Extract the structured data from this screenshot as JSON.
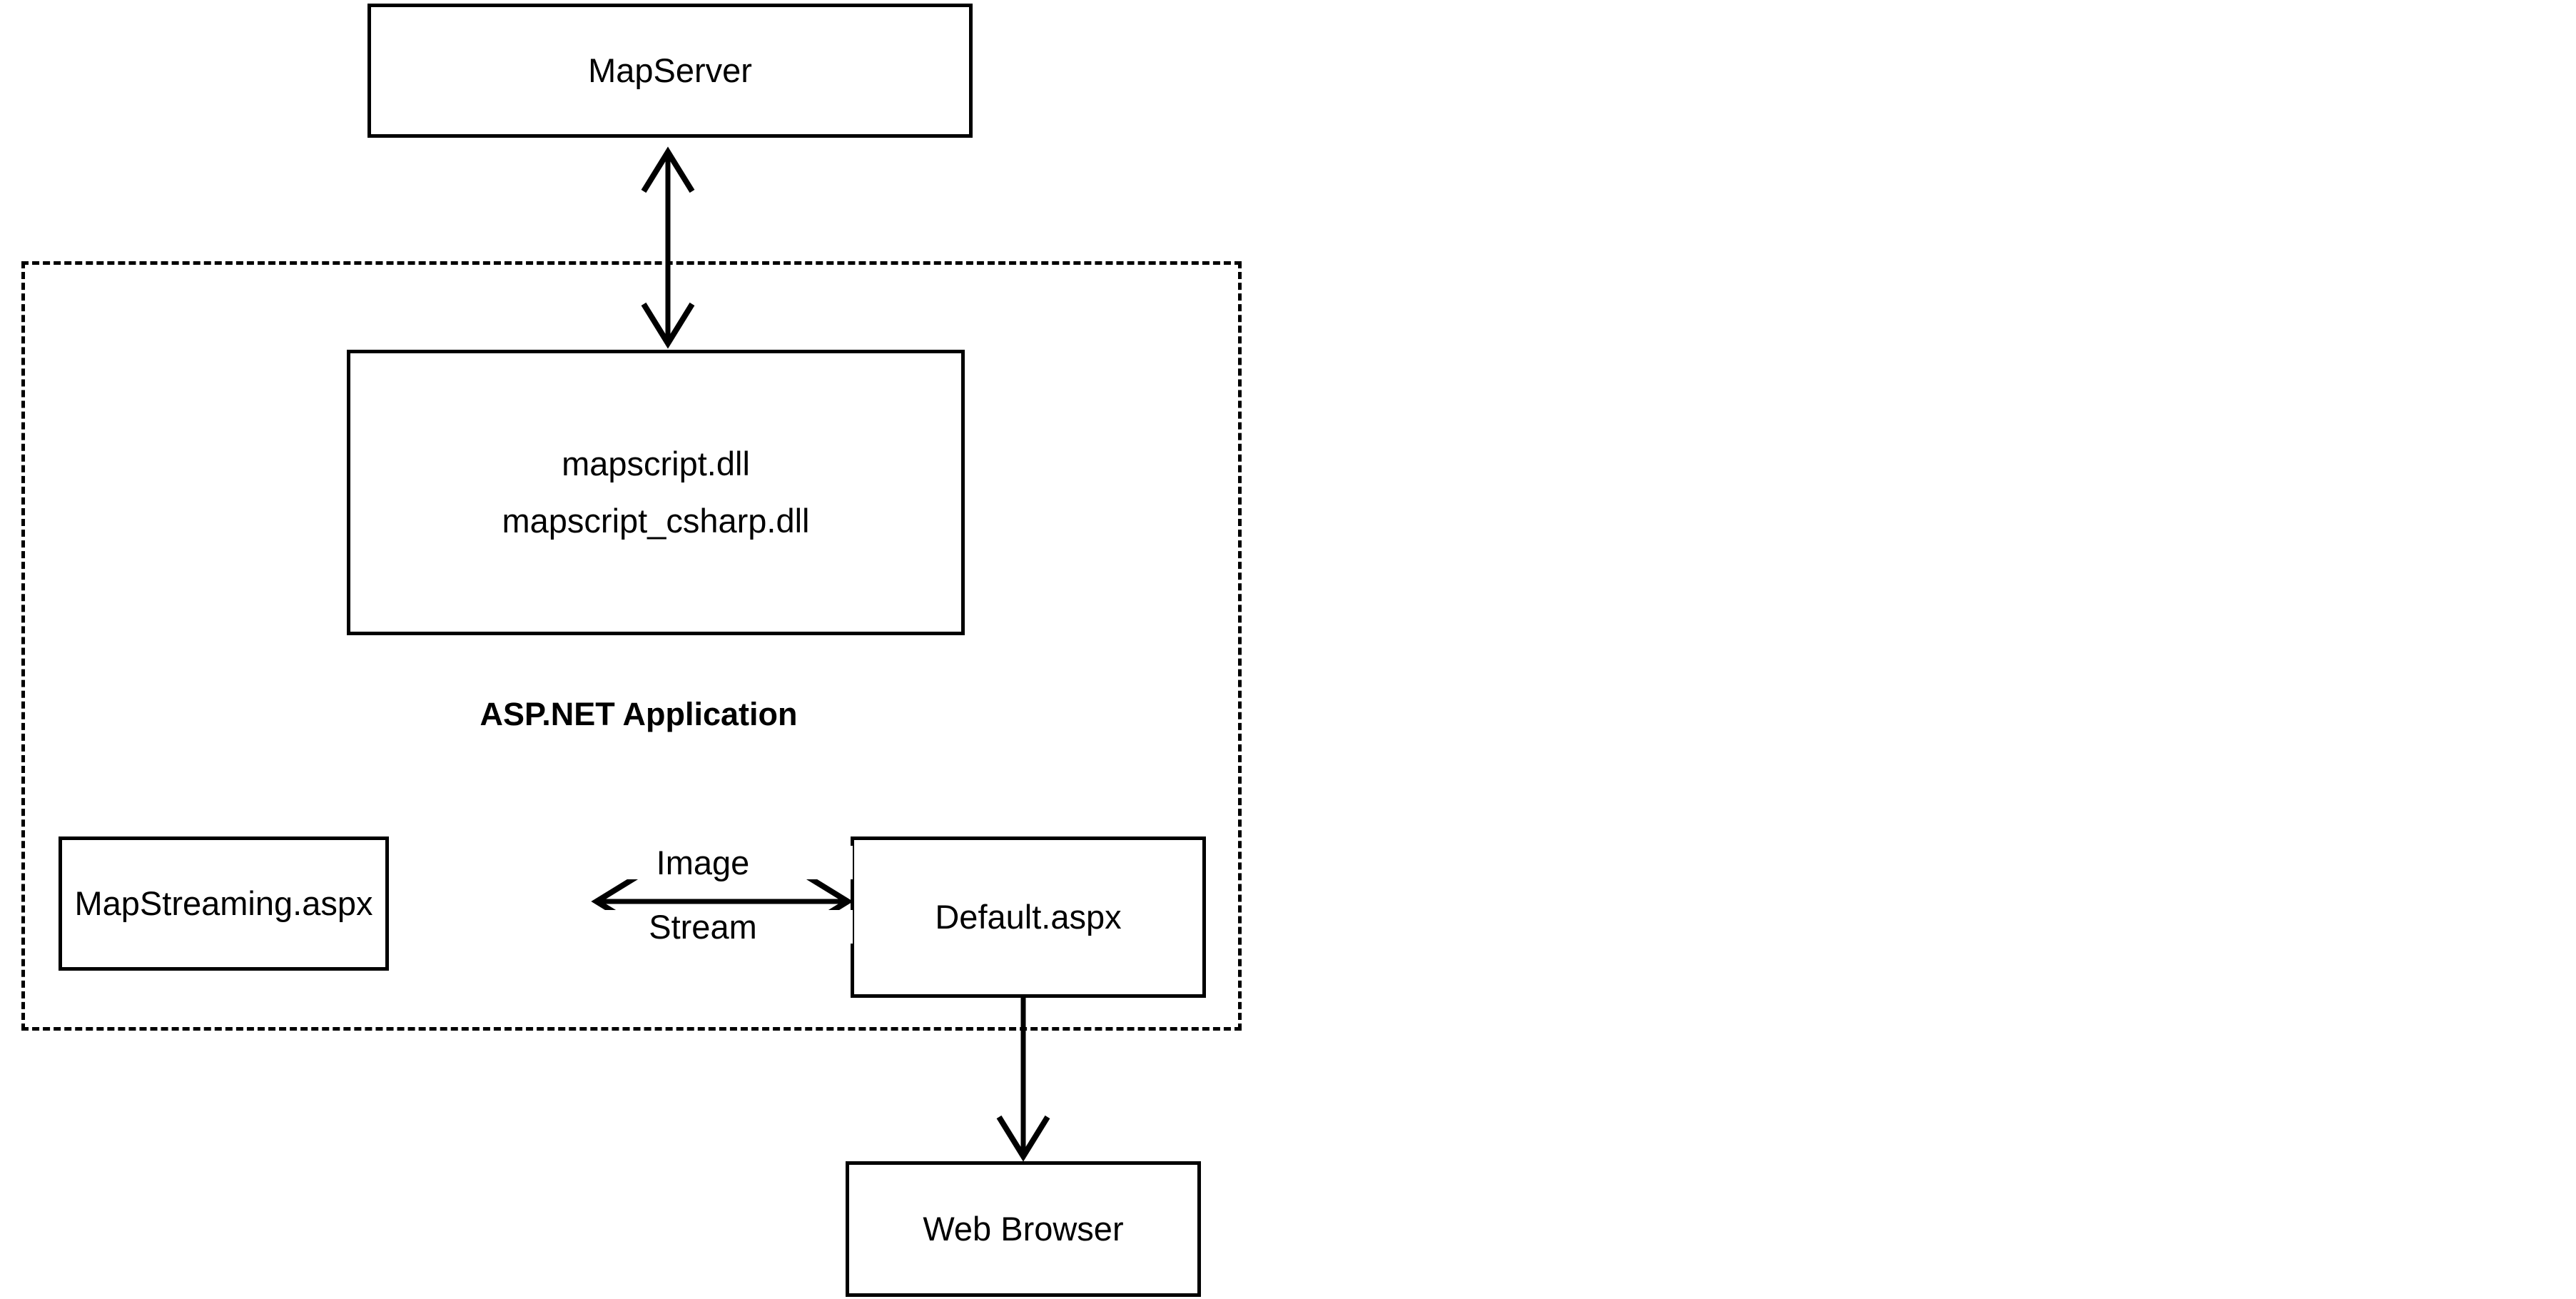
{
  "diagram": {
    "title": "MapServer ASP.NET MapScript architecture diagram",
    "background_color": "#ffffff",
    "line_color": "#000000",
    "nodes": {
      "mapserver": {
        "label": "MapServer"
      },
      "mapscript": {
        "label": "mapscript.dll\nmapscript_csharp.dll"
      },
      "mapstreaming": {
        "label": "MapStreaming.aspx"
      },
      "defaultaspx": {
        "label": "Default.aspx"
      },
      "webbrowser": {
        "label": "Web Browser"
      }
    },
    "group": {
      "title": "ASP.NET Application",
      "border_style": "dashed"
    },
    "edges": {
      "mapserver_mapscript": {
        "label": "",
        "arrow": "double-headed-vertical"
      },
      "mapstreaming_default": {
        "label_top": "Image",
        "label_bottom": "Stream",
        "arrow": "double-headed-horizontal"
      },
      "default_webbrowser": {
        "label": "",
        "arrow": "single-headed-down"
      }
    }
  }
}
